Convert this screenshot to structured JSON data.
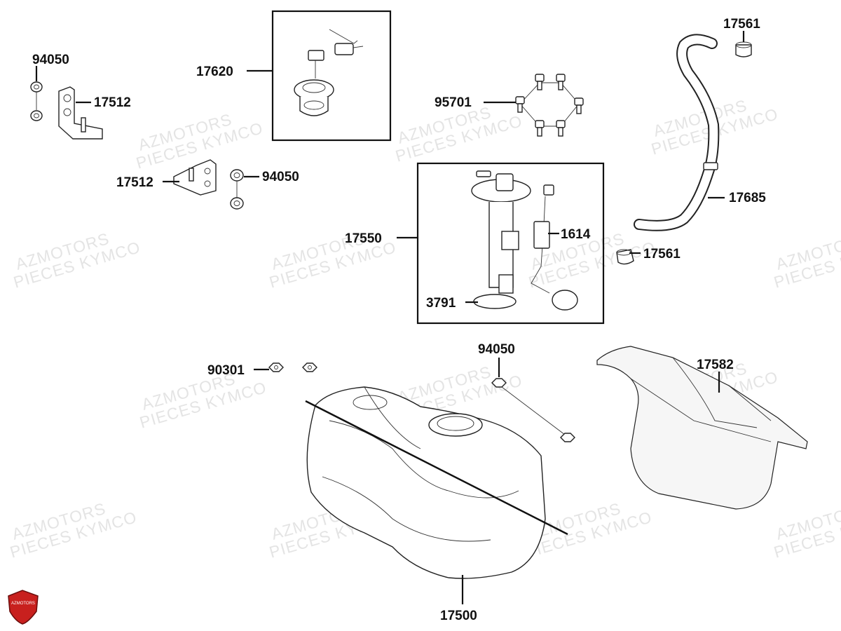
{
  "watermark": {
    "line1": "AZMOTORS",
    "line2": "PIECES KYMCO"
  },
  "logo": {
    "text": "AZMOTORS",
    "color": "#c8201e"
  },
  "labels": {
    "p94050_a": "94050",
    "p17512_a": "17512",
    "p17620": "17620",
    "p95701": "95701",
    "p17561_a": "17561",
    "p17512_b": "17512",
    "p94050_b": "94050",
    "p17685": "17685",
    "p17550": "17550",
    "p1614": "1614",
    "p17561_b": "17561",
    "p3791": "3791",
    "p90301": "90301",
    "p94050_c": "94050",
    "p17582": "17582",
    "p17500": "17500"
  }
}
